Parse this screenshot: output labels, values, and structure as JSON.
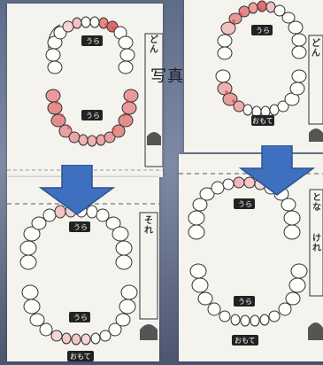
{
  "photo": {
    "caption_fragment": "写真",
    "arch_labels": [
      "うら",
      "うら",
      "うら",
      "おもて"
    ],
    "side_text": [
      "どん",
      "それ",
      "どん",
      "とな",
      "けれ"
    ],
    "arrow_color": "#3f6fbf",
    "stain_color": "#d64545",
    "paper_color": "#f4f3ee"
  }
}
